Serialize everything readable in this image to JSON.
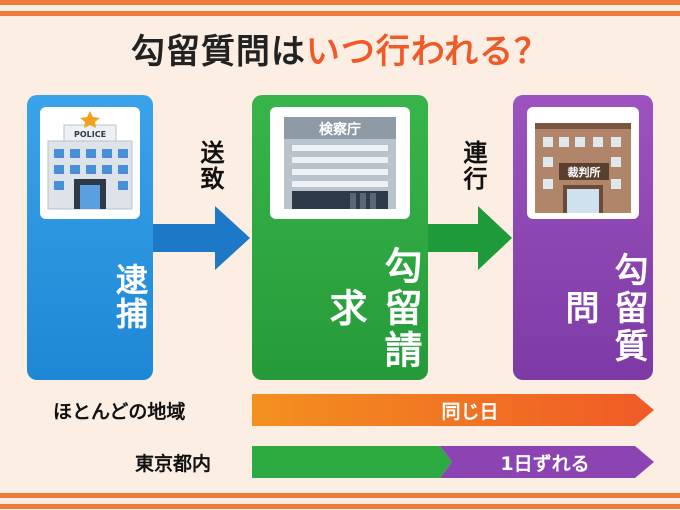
{
  "title": {
    "part1": "勾留質問は",
    "part2": "いつ行われる？"
  },
  "stages": [
    {
      "label": "逮捕",
      "color": "#2b95e0",
      "card_sign": "POLICE"
    },
    {
      "label": "勾留請求",
      "color": "#2ea844",
      "card_sign": "検察庁"
    },
    {
      "label": "勾留質問",
      "color": "#8c46b3",
      "card_sign": "裁判所"
    }
  ],
  "arrows": [
    {
      "label": "送致",
      "color": "#1e78c8"
    },
    {
      "label": "連行",
      "color": "#1f9a3a"
    }
  ],
  "timeline": [
    {
      "region": "ほとんどの地域",
      "bar_text": "同じ日"
    },
    {
      "region": "東京都内",
      "bar_text": "1日ずれる"
    }
  ],
  "colors": {
    "background": "#fdeee3",
    "accent_orange": "#f05a28",
    "stripe": "#f07a3a"
  }
}
